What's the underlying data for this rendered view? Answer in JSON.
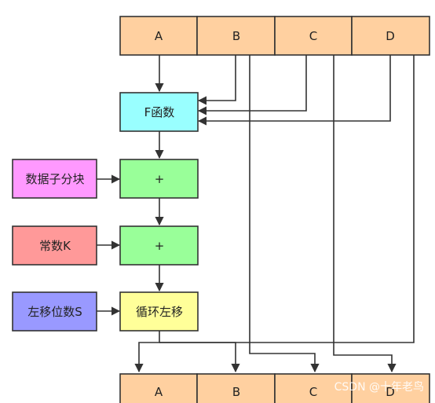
{
  "colors": {
    "register": "#FFD0A0",
    "f_function": "#99FFFF",
    "adder": "#99FF99",
    "data_block": "#FF99FF",
    "constant": "#FF9999",
    "shift_amount": "#9999FF",
    "rotate": "#FFFF99",
    "line": "#333333"
  },
  "top_registers": [
    "A",
    "B",
    "C",
    "D"
  ],
  "bottom_registers": [
    "A",
    "B",
    "C",
    "D"
  ],
  "blocks": {
    "f_function": "F函数",
    "adder1": "+",
    "adder2": "+",
    "rotate": "循环左移",
    "data_block": "数据子分块",
    "constant": "常数K",
    "shift_amount": "左移位数S"
  },
  "watermark": "CSDN @十年老鸟"
}
